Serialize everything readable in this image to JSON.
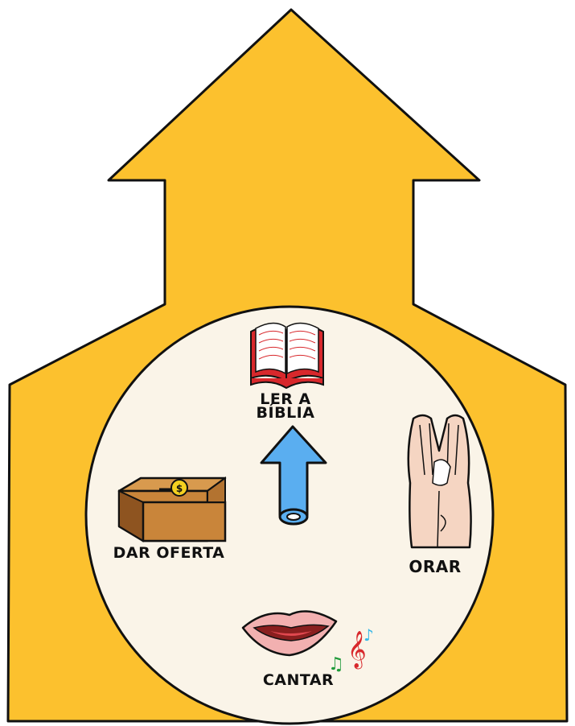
{
  "colors": {
    "church": "#FCC12E",
    "outline": "#111111",
    "circle": "#FAF4E8",
    "arrow": "#5AAEF0",
    "bible": "#D8282C",
    "box": "#C9853A",
    "lips": "#F2B0B0",
    "hands": "#F5D5C2"
  },
  "icons": {
    "bible": "open-bible-icon",
    "arrow": "up-arrow-icon",
    "hands": "praying-hands-icon",
    "box": "offering-box-icon",
    "lips": "singing-lips-icon"
  },
  "labels": {
    "ler": "LER A",
    "biblia": "BÍBLIA",
    "orar": "ORAR",
    "oferta": "DAR OFERTA",
    "cantar": "CANTAR"
  }
}
